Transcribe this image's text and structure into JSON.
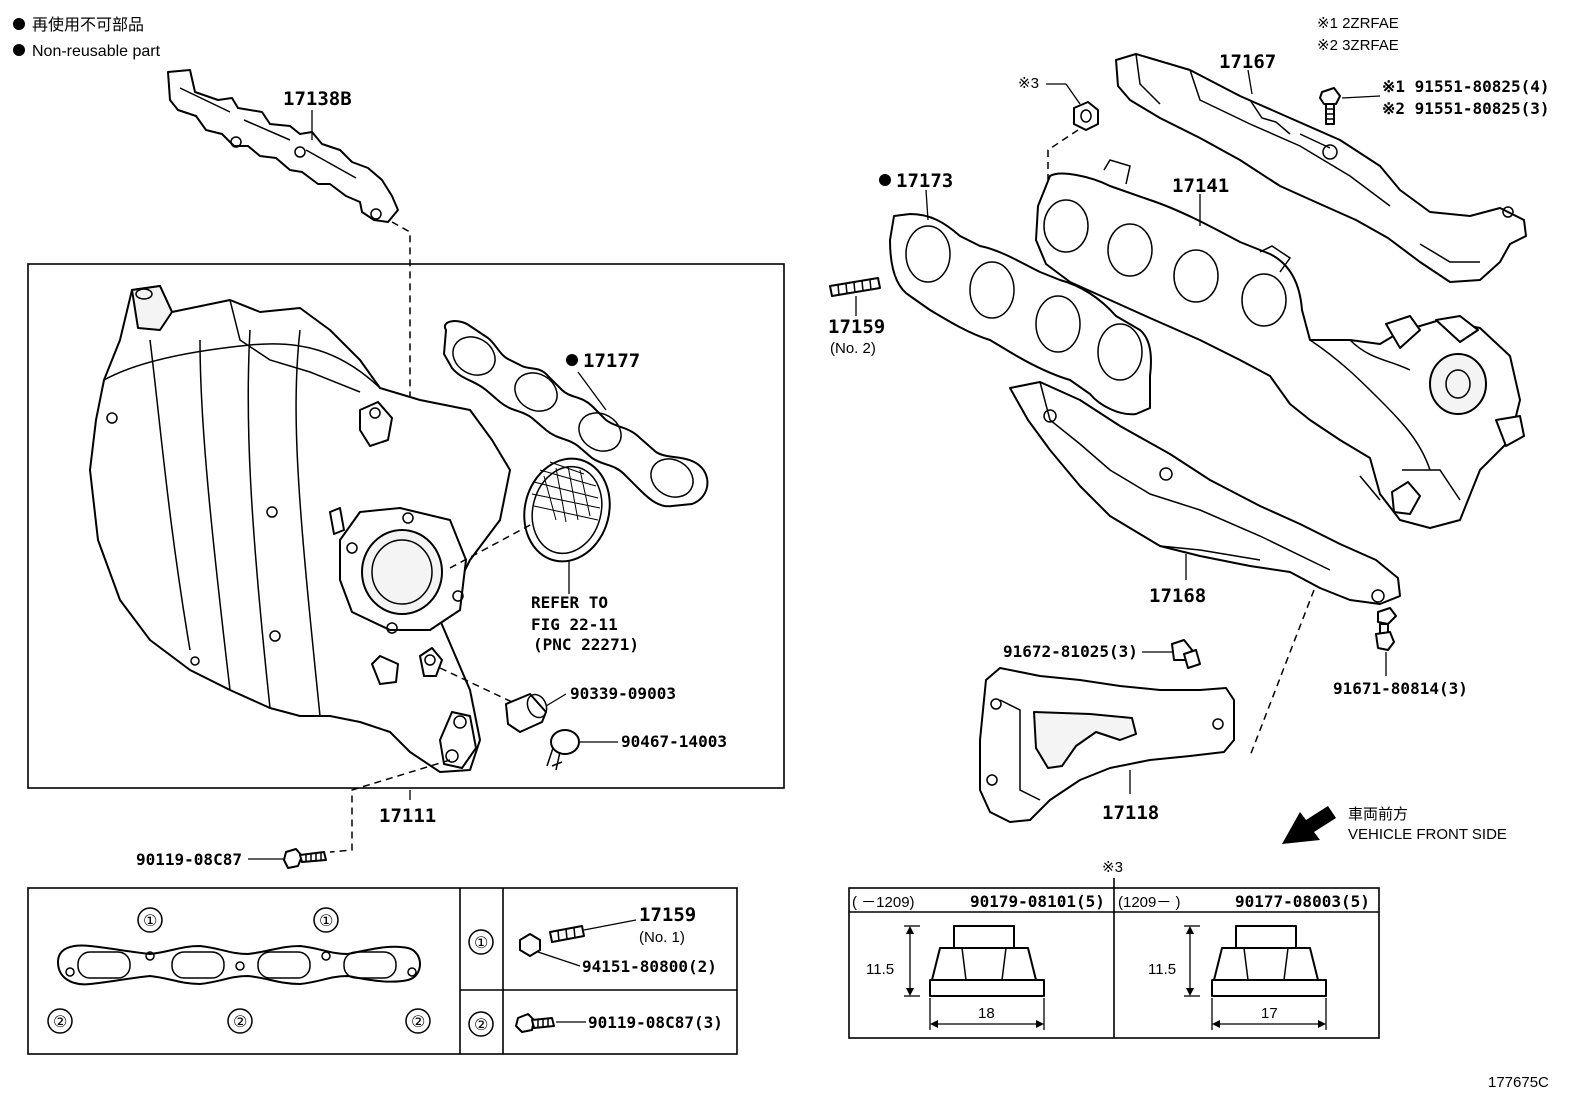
{
  "legend": {
    "marker_jp": "再使用不可部品",
    "marker_en": "Non-reusable part"
  },
  "variants": {
    "v1": "※1 2ZRFAE",
    "v2": "※2 3ZRFAE"
  },
  "parts": {
    "p17138B": "17138B",
    "p17177": "17177",
    "p17111": "17111",
    "p90339": "90339-09003",
    "p90467": "90467-14003",
    "p90119": "90119-08C87",
    "p17167": "17167",
    "p17141": "17141",
    "p17173": "17173",
    "p17159_2": "17159",
    "p17159_2_sub": "(No. 2)",
    "p17168": "17168",
    "p17118": "17118",
    "p91672": "91672-81025(3)",
    "p91671": "91671-80814(3)",
    "p91551_a": "※1 91551-80825(4)",
    "p91551_b": "※2 91551-80825(3)",
    "ref3": "※3"
  },
  "refer": {
    "line1": "REFER TO",
    "line2": "FIG 22-11",
    "line3": "(PNC 22271)"
  },
  "gasket_box": {
    "c1": "①",
    "c2": "②",
    "p17159_1": "17159",
    "p17159_1_sub": "(No. 1)",
    "p94151": "94151-80800(2)",
    "p90119_3": "90119-08C87(3)"
  },
  "nut_table": {
    "ref": "※3",
    "left_header_range": "(      －1209)",
    "left_header_part": "90179-08101(5)",
    "right_header_range": "(1209－      )",
    "right_header_part": "90177-08003(5)",
    "left_height": "11.5",
    "left_width": "18",
    "right_height": "11.5",
    "right_width": "17"
  },
  "direction": {
    "jp": "車両前方",
    "en": "VEHICLE FRONT SIDE"
  },
  "figure_id": "177675C"
}
